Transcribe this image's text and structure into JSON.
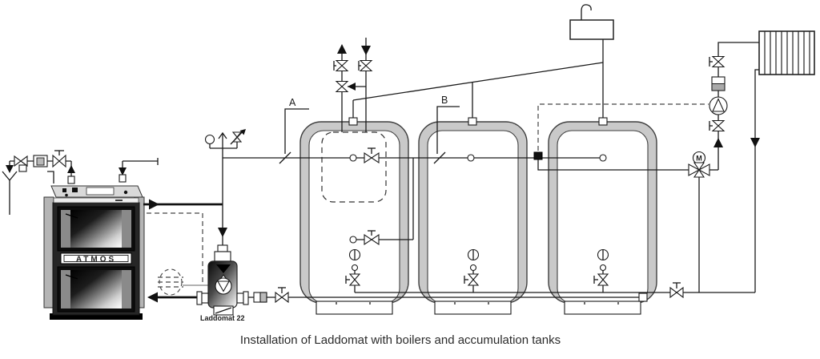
{
  "caption": "Installation of Laddomat with boilers and accumulation tanks",
  "labels": {
    "tank_section_a": "A",
    "tank_section_b": "B",
    "boiler_brand": "ATMOS",
    "laddomat_unit": "Laddomat 22",
    "mixing_valve_motor": "M"
  },
  "colors": {
    "line": "#1a1a1a",
    "tank_fill": "#c9c9c9",
    "tank_stroke": "#3f3f3f",
    "boiler_body": "#262626",
    "panel": "#d9d9d9",
    "background": "#ffffff"
  }
}
